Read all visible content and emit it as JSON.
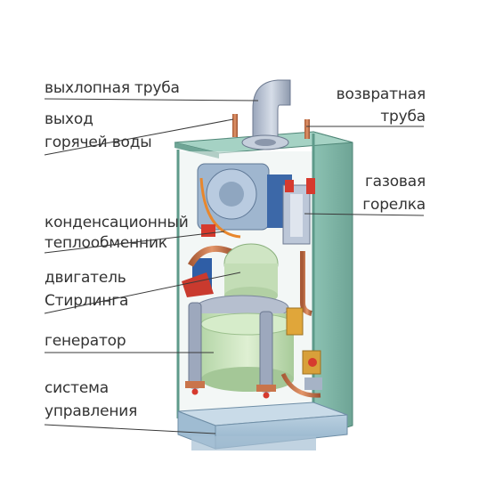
{
  "diagram_title": "",
  "colors": {
    "casing": "#7bb3a4",
    "casing_dark": "#5b9383",
    "generator": "#cfe7c2",
    "pipe_copper": "#c9744b",
    "exhaust": "#b9c3d4",
    "burner_red": "#d63a2e",
    "leader_line": "#3a3a3a"
  },
  "labels": {
    "exhaust_pipe": "выхлопная труба",
    "hot_water_line1": "выход",
    "hot_water_line2": "горячей воды",
    "return_line1": "возвратная",
    "return_line2": "труба",
    "gas_burner_line1": "газовая",
    "gas_burner_line2": "горелка",
    "condensing_line1": "конденсационный",
    "condensing_line2": "теплообменник",
    "stirling_line1": "двигатель",
    "stirling_line2": "Стирлинга",
    "generator": "генератор",
    "control_line1": "система",
    "control_line2": "управления"
  }
}
